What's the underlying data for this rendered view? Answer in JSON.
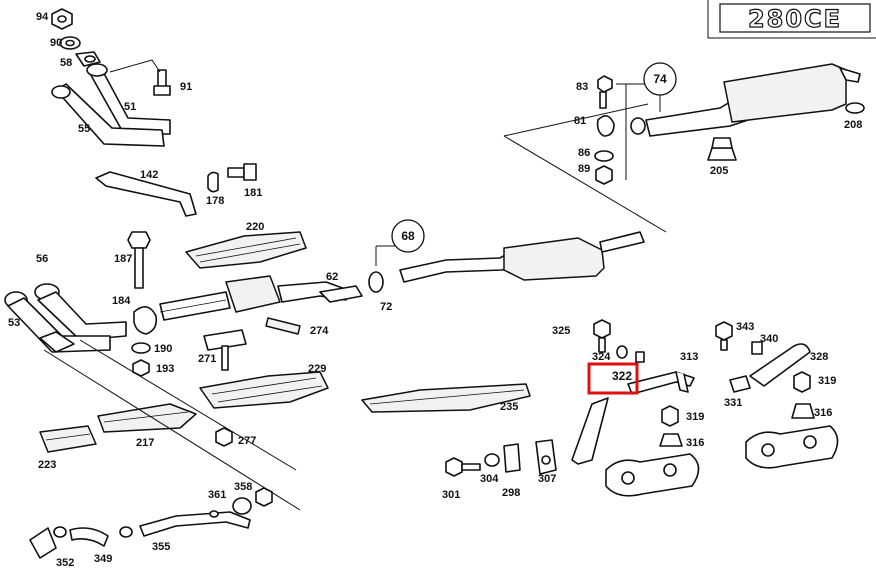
{
  "model_badge": "280CE",
  "highlight_color": "#e01010",
  "highlighted_part": "322",
  "callouts": {
    "c68": "68",
    "c74": "74"
  },
  "labels": {
    "p94": "94",
    "p90": "90",
    "p58": "58",
    "p91": "91",
    "p51": "51",
    "p55": "55",
    "p142": "142",
    "p178": "178",
    "p181": "181",
    "p220": "220",
    "p187": "187",
    "p56": "56",
    "p53": "53",
    "p184": "184",
    "p62": "62",
    "p274": "274",
    "p190": "190",
    "p193": "193",
    "p271": "271",
    "p229": "229",
    "p72": "72",
    "p235": "235",
    "p223": "223",
    "p217": "217",
    "p277": "277",
    "p361": "361",
    "p358": "358",
    "p352": "352",
    "p349": "349",
    "p355": "355",
    "p83": "83",
    "p81": "81",
    "p86": "86",
    "p89": "89",
    "p205": "205",
    "p208": "208",
    "p325": "325",
    "p324": "324",
    "p313": "313",
    "p343": "343",
    "p340": "340",
    "p328": "328",
    "p331": "331",
    "p319a": "319",
    "p316a": "316",
    "p319b": "319",
    "p316b": "316",
    "p301": "301",
    "p304": "304",
    "p298": "298",
    "p307": "307",
    "p322": "322"
  }
}
